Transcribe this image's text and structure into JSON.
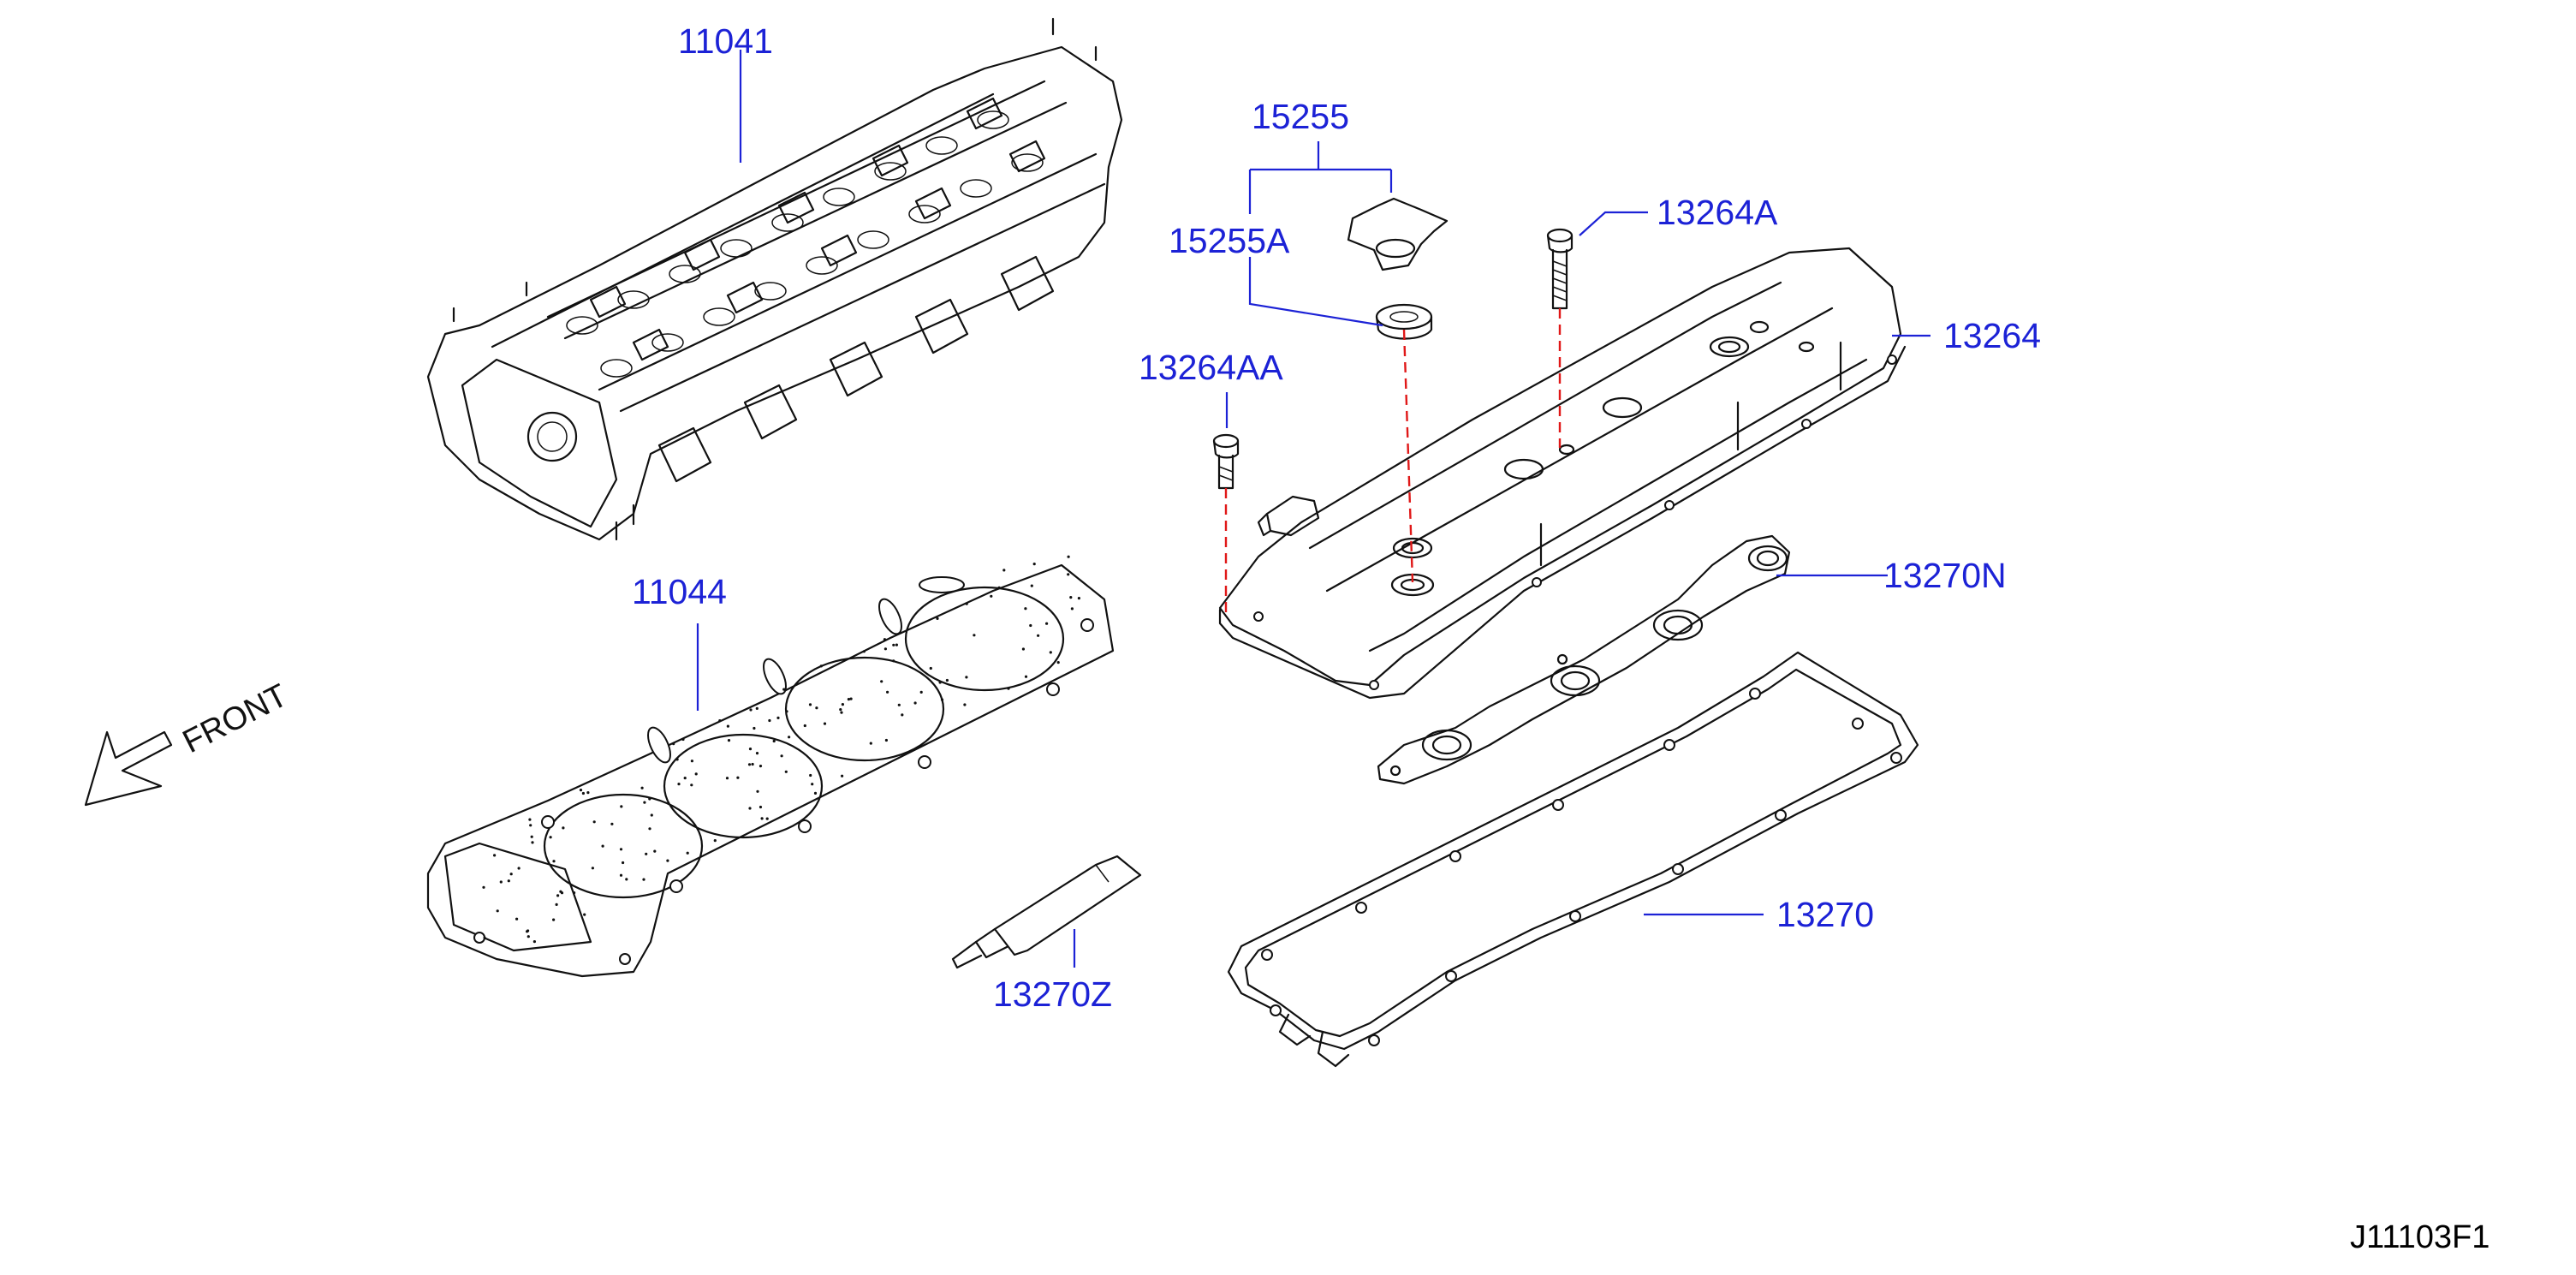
{
  "colors": {
    "part_number": "#1c22d6",
    "line_art": "#111111",
    "dashed_guide": "#e01818",
    "background": "#ffffff"
  },
  "direction_label": "FRONT",
  "reference_code": "J11103F1",
  "parts": {
    "cylinder_head": "11041",
    "head_gasket": "11044",
    "oil_filler_cap_assembly": "15255",
    "oil_filler_cap_gasket": "15255A",
    "cover_bolt_long": "13264A",
    "rocker_cover": "13264",
    "cover_bolt_short": "13264AA",
    "spark_plug_tube_seal": "13270N",
    "rocker_cover_gasket": "13270",
    "sealant_tube": "13270Z"
  }
}
